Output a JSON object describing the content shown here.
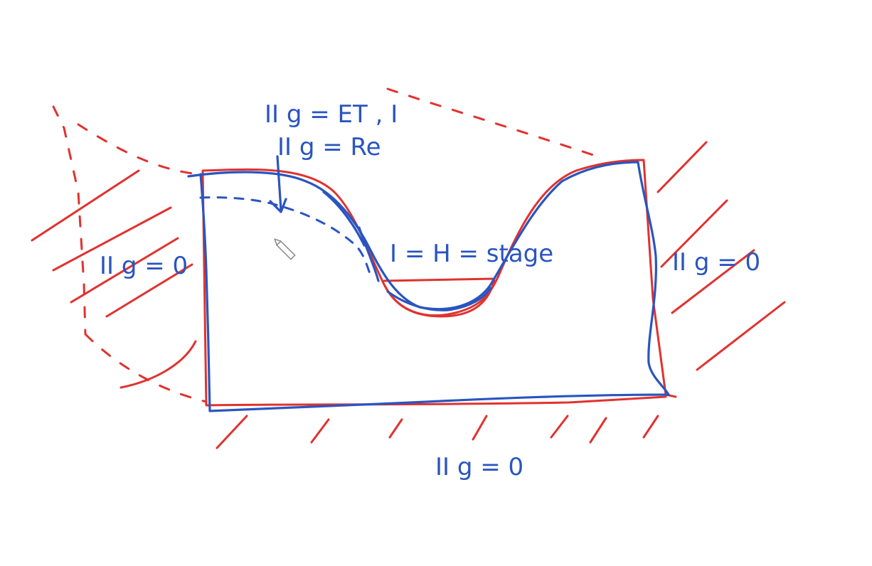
{
  "annotations": {
    "top_line1": "II  g = ET , I",
    "top_line2": "II  g = Re",
    "middle": "I = H = stage",
    "left": "II  g = 0",
    "right": "II  g = 0",
    "bottom": "II   g = 0"
  },
  "colors": {
    "red": "#e0322f",
    "blue": "#2a55c0"
  },
  "icons": {
    "cursor": "pencil-icon"
  }
}
